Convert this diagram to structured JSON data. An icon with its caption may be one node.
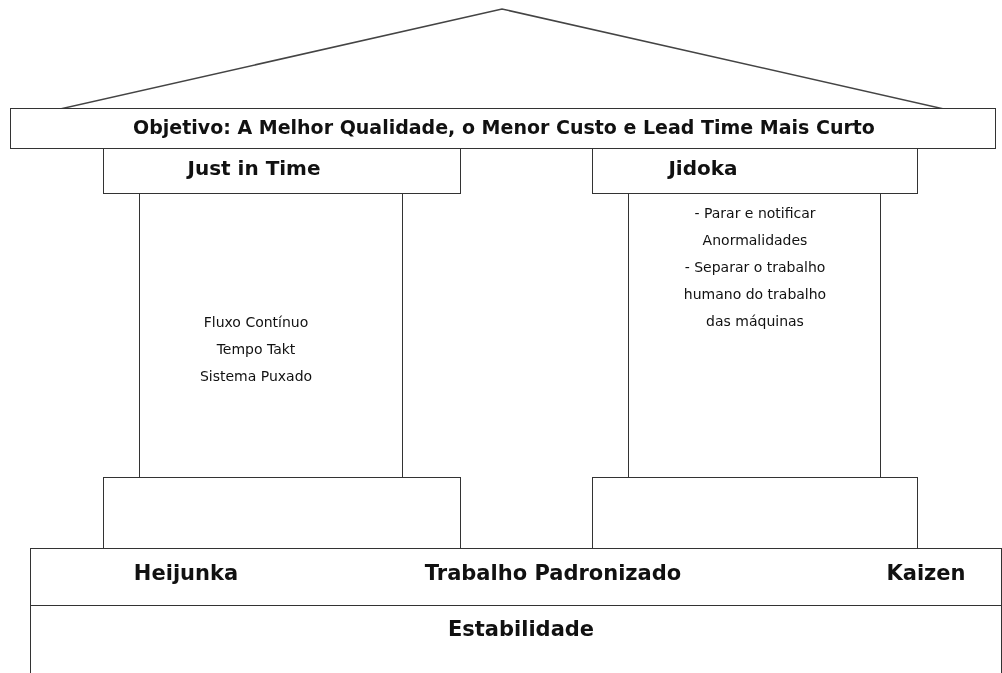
{
  "diagram": {
    "nodes": [
      {
        "text": [],
        "shape": "triangle"
      },
      {
        "text": [
          "Objetivo: A Melhor Qualidade, o Menor Custo e Lead Time Mais Curto"
        ]
      },
      {
        "text": [
          "Just in Time"
        ]
      },
      {
        "text": [
          "Fluxo Contínuo",
          "Tempo Takt",
          "Sistema Puxado"
        ]
      },
      {
        "text": [
          "Jidoka"
        ]
      },
      {
        "text": [
          "- Parar e notificar Anormalidades",
          "- Separar o trabalho humano do trabalho das máquinas"
        ]
      },
      {
        "text": [],
        "shape": "box"
      },
      {
        "text": [],
        "shape": "box"
      },
      {
        "text": [
          "Heijunka",
          "Trabalho Padronizado",
          "Kaizen"
        ]
      },
      {
        "text": [
          "Estabilidade"
        ]
      }
    ]
  }
}
